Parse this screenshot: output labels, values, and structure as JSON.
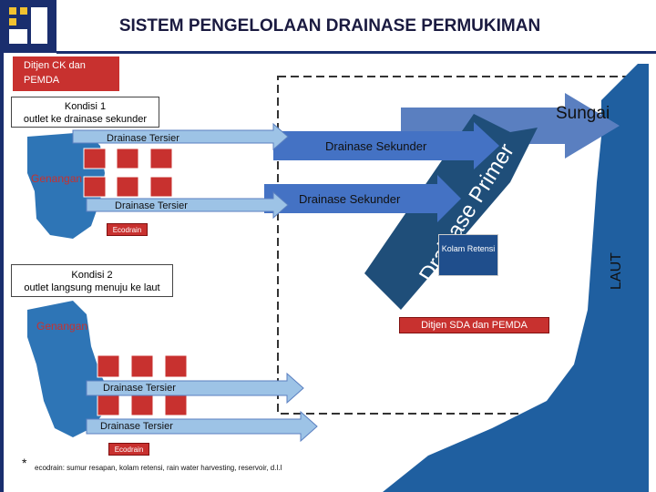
{
  "header": {
    "title": "SISTEM PENGELOLAAN DRAINASE PERMUKIMAN"
  },
  "labels": {
    "ditjen_ck": "Ditjen CK  dan PEMDA",
    "kondisi1": "Kondisi 1",
    "kondisi1_sub": "outlet ke drainase sekunder",
    "kondisi2": "Kondisi 2",
    "kondisi2_sub": "outlet langsung menuju ke laut",
    "sungai": "Sungai",
    "laut": "LAUT",
    "drainase_primer": "Drainase Primer",
    "drainase_sekunder_top": "Drainase Sekunder",
    "drainase_sekunder_bottom": "Drainase Sekunder",
    "drainase_tersier_1": "Drainase Tersier",
    "drainase_tersier_2": "Drainase Tersier",
    "drainase_tersier_3": "Drainase Tersier",
    "drainase_tersier_4": "Drainase Tersier",
    "genangan_1": "Genangan",
    "genangan_2": "Genangan",
    "ecodrain_1": "Ecodrain",
    "ecodrain_2": "Ecodrain",
    "kolam_retensi": "Kolam Retensi",
    "ditjen_sda": "Ditjen SDA dan PEMDA",
    "footnote_star": "*",
    "footnote": "ecodrain: sumur resapan,  kolam retensi, rain water harvesting, reservoir, d.l.l"
  },
  "colors": {
    "navy": "#1a2e6e",
    "arrow_blue": "#4472c4",
    "primer_dark": "#1f4e79",
    "red": "#c8312f",
    "sea": "#1f5fa0",
    "light_arrow": "#9dc3e6"
  }
}
